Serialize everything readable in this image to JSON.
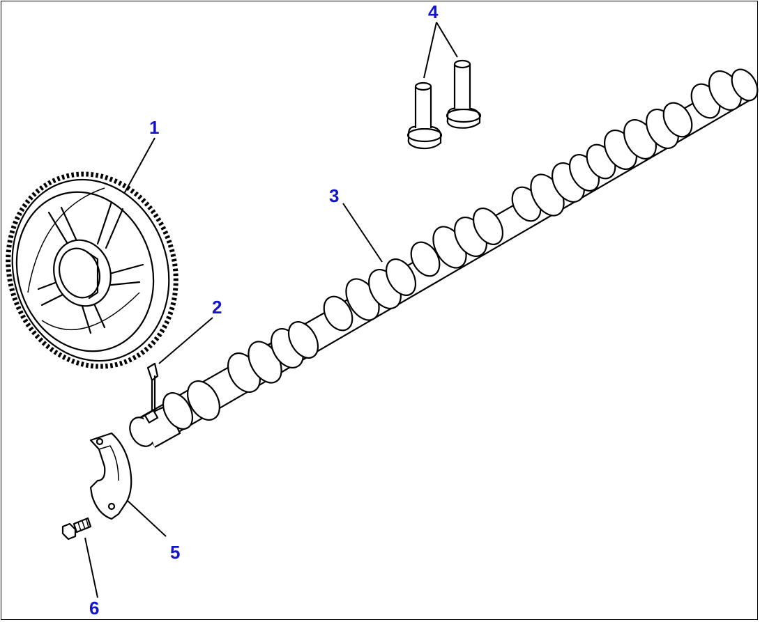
{
  "callouts": [
    {
      "id": "1",
      "label": "1"
    },
    {
      "id": "2",
      "label": "2"
    },
    {
      "id": "3",
      "label": "3"
    },
    {
      "id": "4",
      "label": "4"
    },
    {
      "id": "5",
      "label": "5"
    },
    {
      "id": "6",
      "label": "6"
    }
  ],
  "colors": {
    "callout": "#1414c8",
    "line": "#000000",
    "background": "#ffffff"
  }
}
